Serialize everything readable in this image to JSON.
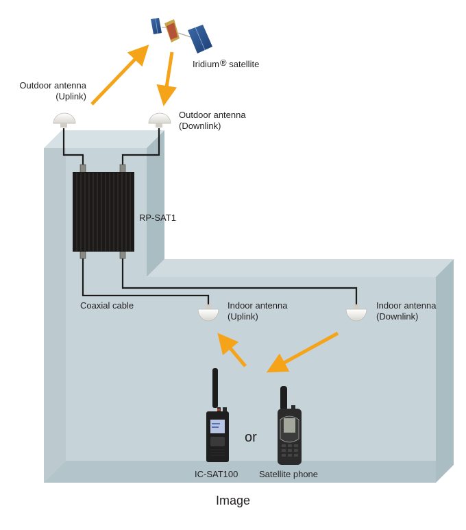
{
  "diagram": {
    "type": "system-installation-diagram",
    "caption": "Image",
    "satellite": {
      "name": "Iridium",
      "mark": "®",
      "suffix": " satellite"
    },
    "outdoor_antenna_uplink": {
      "line1": "Outdoor antenna",
      "line2": "(Uplink)"
    },
    "outdoor_antenna_downlink": {
      "line1": "Outdoor antenna",
      "line2": "(Downlink)"
    },
    "repeater": {
      "label": "RP-SAT1"
    },
    "cable": {
      "label": "Coaxial cable"
    },
    "indoor_antenna_uplink": {
      "line1": "Indoor antenna",
      "line2": "(Uplink)"
    },
    "indoor_antenna_downlink": {
      "line1": "Indoor antenna",
      "line2": "(Downlink)"
    },
    "device_radio": {
      "label": "IC-SAT100"
    },
    "device_phone": {
      "label": "Satellite phone"
    },
    "or_text": "or",
    "colors": {
      "arrow": "#f5a318",
      "wall_face": "#c6d3d8",
      "wall_side": "#a9bdc3",
      "wall_top": "#d6e1e5",
      "floor": "#b3c5ca",
      "cable": "#1a1a1a",
      "repeater_body": "#1c1a19"
    },
    "signal_flow": [
      {
        "from": "outdoor-antenna-uplink",
        "to": "satellite"
      },
      {
        "from": "satellite",
        "to": "outdoor-antenna-downlink"
      },
      {
        "from": "device",
        "to": "indoor-antenna-uplink"
      },
      {
        "from": "indoor-antenna-downlink",
        "to": "device"
      }
    ]
  }
}
